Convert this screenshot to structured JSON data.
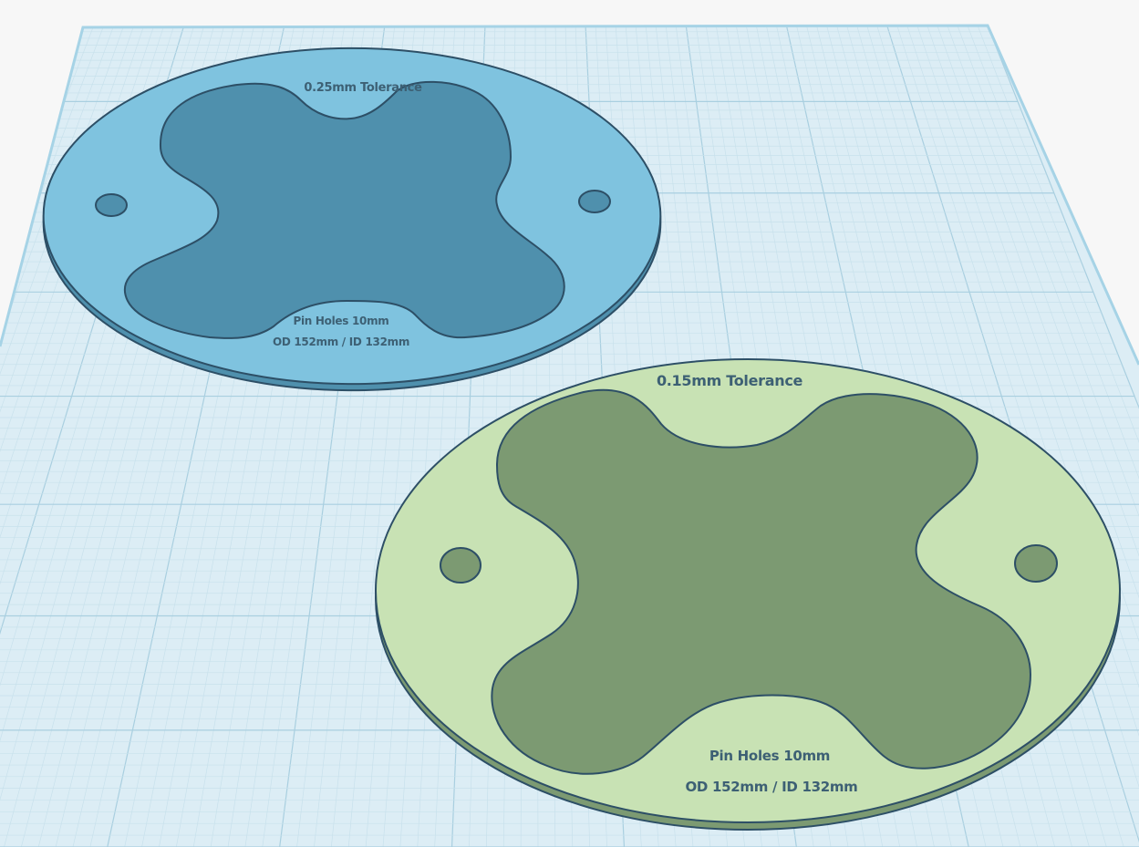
{
  "workplane": {
    "fill": "#dcedf5",
    "edge_color": "#a6d3e6",
    "minor_grid_color": "#c8e1ec",
    "major_grid_color": "#a9cfe0"
  },
  "parts": [
    {
      "id": "ring-blue",
      "color": "#7fc3df",
      "side_color": "#4f90ad",
      "outline_color": "#2d4f66",
      "labels": {
        "tolerance": "0.25mm Tolerance",
        "pins": "Pin Holes 10mm",
        "dims": "OD 152mm / ID 132mm"
      }
    },
    {
      "id": "ring-green",
      "color": "#c8e2b4",
      "side_color": "#7c9a72",
      "outline_color": "#2d4f66",
      "labels": {
        "tolerance": "0.15mm Tolerance",
        "pins": "Pin Holes 10mm",
        "dims": "OD 152mm / ID 132mm"
      }
    }
  ]
}
